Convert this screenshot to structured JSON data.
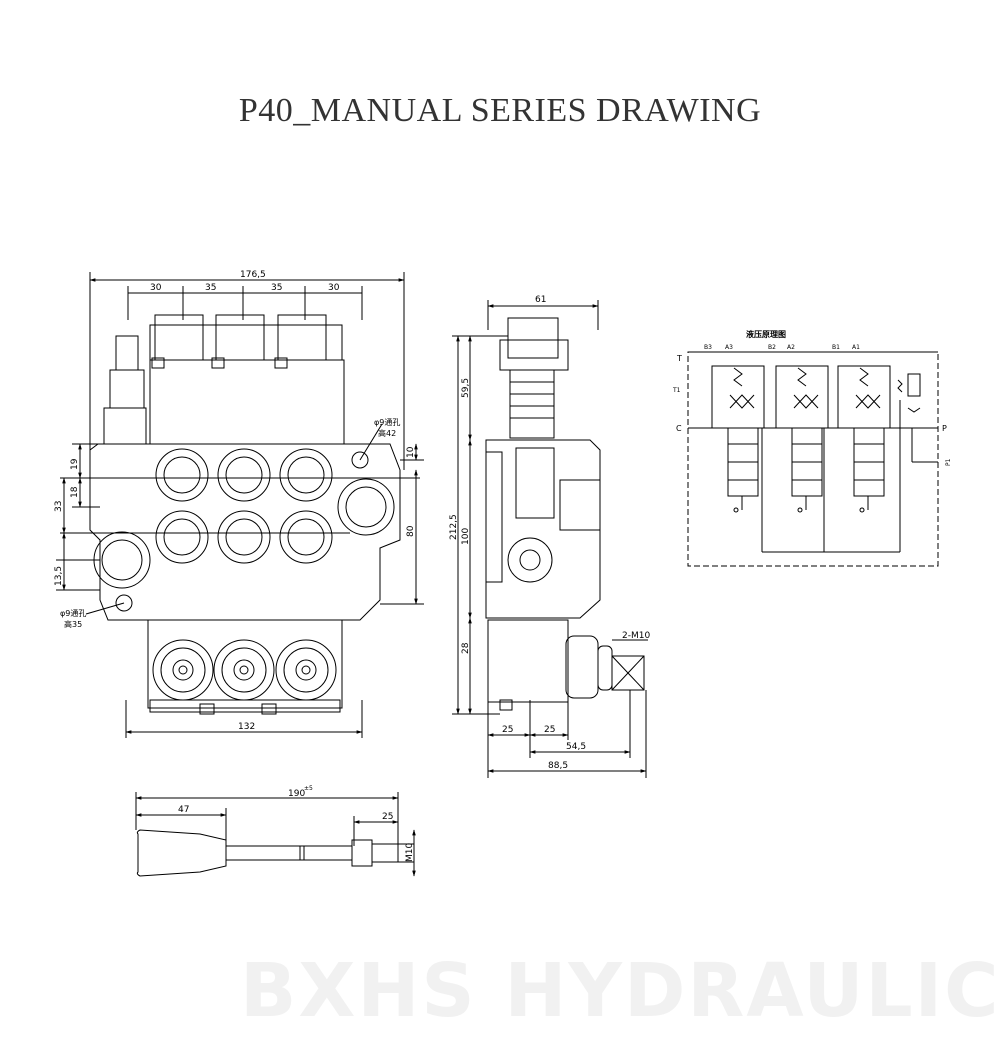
{
  "title": "P40_MANUAL SERIES DRAWING",
  "watermark": "BXHS HYDRAULIC",
  "front_view": {
    "dims": {
      "overall_width": "176,5",
      "spacing_1": "30",
      "spacing_2": "35",
      "spacing_3": "35",
      "spacing_4": "30",
      "bottom_width": "132",
      "v_19": "19",
      "v_18": "18",
      "v_33": "33",
      "v_13_5": "13,5",
      "v_10": "10",
      "v_80": "80",
      "hole_top_1": "φ9通孔",
      "hole_top_2": "高42",
      "hole_bottom_1": "φ9通孔",
      "hole_bottom_2": "高35"
    }
  },
  "side_view": {
    "dims": {
      "top_61": "61",
      "v_59_5": "59,5",
      "v_212_5": "212,5",
      "v_100": "100",
      "v_28": "28",
      "h_25a": "25",
      "h_25b": "25",
      "h_54_5": "54,5",
      "h_88_5": "88,5",
      "thread": "2-M10"
    }
  },
  "lever": {
    "dims": {
      "overall": "190",
      "overall_tol": "±5",
      "grip": "47",
      "end": "25",
      "thread": "M10"
    }
  },
  "schematic": {
    "title": "液压原理图",
    "ports": {
      "T": "T",
      "T1": "T1",
      "C": "C",
      "P": "P",
      "P1": "P1",
      "B3": "B3",
      "A3": "A3",
      "B2": "B2",
      "A2": "A2",
      "B1": "B1",
      "A1": "A1"
    }
  },
  "colors": {
    "line": "#000000",
    "title": "#333333",
    "watermark": "#f1f1f1"
  }
}
